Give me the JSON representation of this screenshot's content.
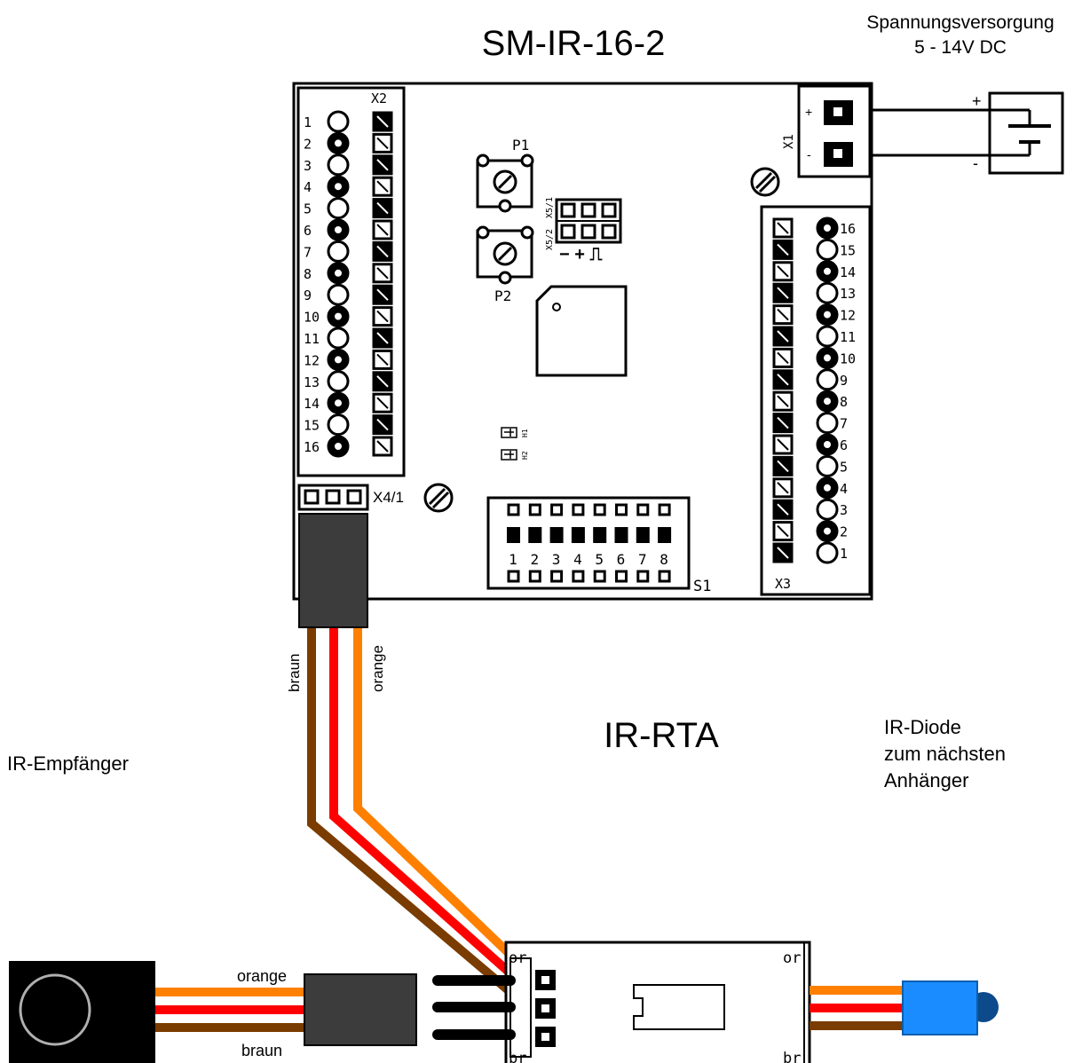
{
  "title": "SM-IR-16-2",
  "power": {
    "line1": "Spannungsversorgung",
    "line2": "5 - 14V DC",
    "plus": "+",
    "minus": "-"
  },
  "board": {
    "x1_label": "X1",
    "x1_plus": "+",
    "x1_minus": "-",
    "x2_label": "X2",
    "x3_label": "X3",
    "x4_label": "X4/1",
    "s1_label": "S1",
    "p1_label": "P1",
    "p2_label": "P2",
    "x5_1_label": "X5/1",
    "x5_2_label": "X5/2",
    "x5_symbols": "− + ⎍",
    "h1_label": "H1",
    "h2_label": "H2",
    "x2_pins": [
      "1",
      "2",
      "3",
      "4",
      "5",
      "6",
      "7",
      "8",
      "9",
      "10",
      "11",
      "12",
      "13",
      "14",
      "15",
      "16"
    ],
    "x3_pins": [
      "16",
      "15",
      "14",
      "13",
      "12",
      "11",
      "10",
      "9",
      "8",
      "7",
      "6",
      "5",
      "4",
      "3",
      "2",
      "1"
    ],
    "s1_switches": [
      "1",
      "2",
      "3",
      "4",
      "5",
      "6",
      "7",
      "8"
    ]
  },
  "cable_labels": {
    "braun": "braun",
    "orange": "orange"
  },
  "rta": {
    "title": "IR-RTA",
    "or_left": "or",
    "or_right": "or",
    "br_left": "br",
    "br_right": "br"
  },
  "receiver": {
    "title": "IR-Empfänger",
    "orange": "orange",
    "braun": "braun"
  },
  "diode": {
    "line1": "IR-Diode",
    "line2": "zum nächsten",
    "line3": "Anhänger"
  },
  "colors": {
    "braun": "#7a3c00",
    "rot": "#ff0000",
    "orange": "#ff8000",
    "diode": "#1a8cff",
    "connector": "#3c3c3c"
  }
}
